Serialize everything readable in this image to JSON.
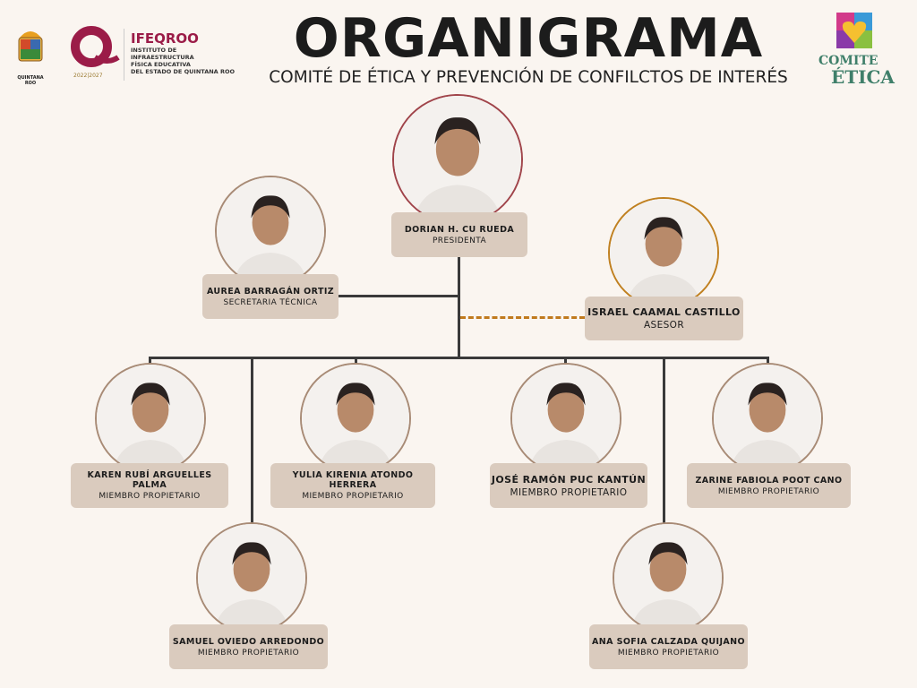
{
  "header": {
    "title": "ORGANIGRAMA",
    "subtitle": "COMITÉ DE ÉTICA Y PREVENCIÓN DE CONFILCTOS DE INTERÉS"
  },
  "logos": {
    "qroo": "QUINTANA ROO",
    "ifeqroo": {
      "name": "IFEQROO",
      "line1": "INSTITUTO DE",
      "line2": "INFRAESTRUCTURA",
      "line3": "FÍSICA EDUCATIVA",
      "line4": "DEL ESTADO DE QUINTANA ROO",
      "years": "2022|2027"
    },
    "comite": {
      "line1": "COMITE",
      "line2": "ÉTICA"
    }
  },
  "members": [
    {
      "name": "DORIAN H. CU RUEDA",
      "role": "PRESIDENTA"
    },
    {
      "name": "AUREA BARRAGÁN ORTIZ",
      "role": "SECRETARIA TÉCNICA"
    },
    {
      "name": "ISRAEL CAAMAL CASTILLO",
      "role": "ASESOR"
    },
    {
      "name": "KAREN RUBÍ ARGUELLES PALMA",
      "role": "MIEMBRO PROPIETARIO"
    },
    {
      "name": "YULIA KIRENIA ATONDO HERRERA",
      "role": "MIEMBRO PROPIETARIO"
    },
    {
      "name": "JOSÉ RAMÓN PUC KANTÚN",
      "role": "MIEMBRO PROPIETARIO"
    },
    {
      "name": "ZARINE FABIOLA POOT CANO",
      "role": "MIEMBRO PROPIETARIO"
    },
    {
      "name": "SAMUEL OVIEDO ARREDONDO",
      "role": "MIEMBRO PROPIETARIO"
    },
    {
      "name": "ANA SOFIA CALZADA QUIJANO",
      "role": "MIEMBRO PROPIETARIO"
    }
  ],
  "colors": {
    "background": "#faf5f0",
    "box": "#dacbbe",
    "ifeqroo": "#9b1c48",
    "comite": "#3f7f6a",
    "dashed": "#c07a1e"
  }
}
